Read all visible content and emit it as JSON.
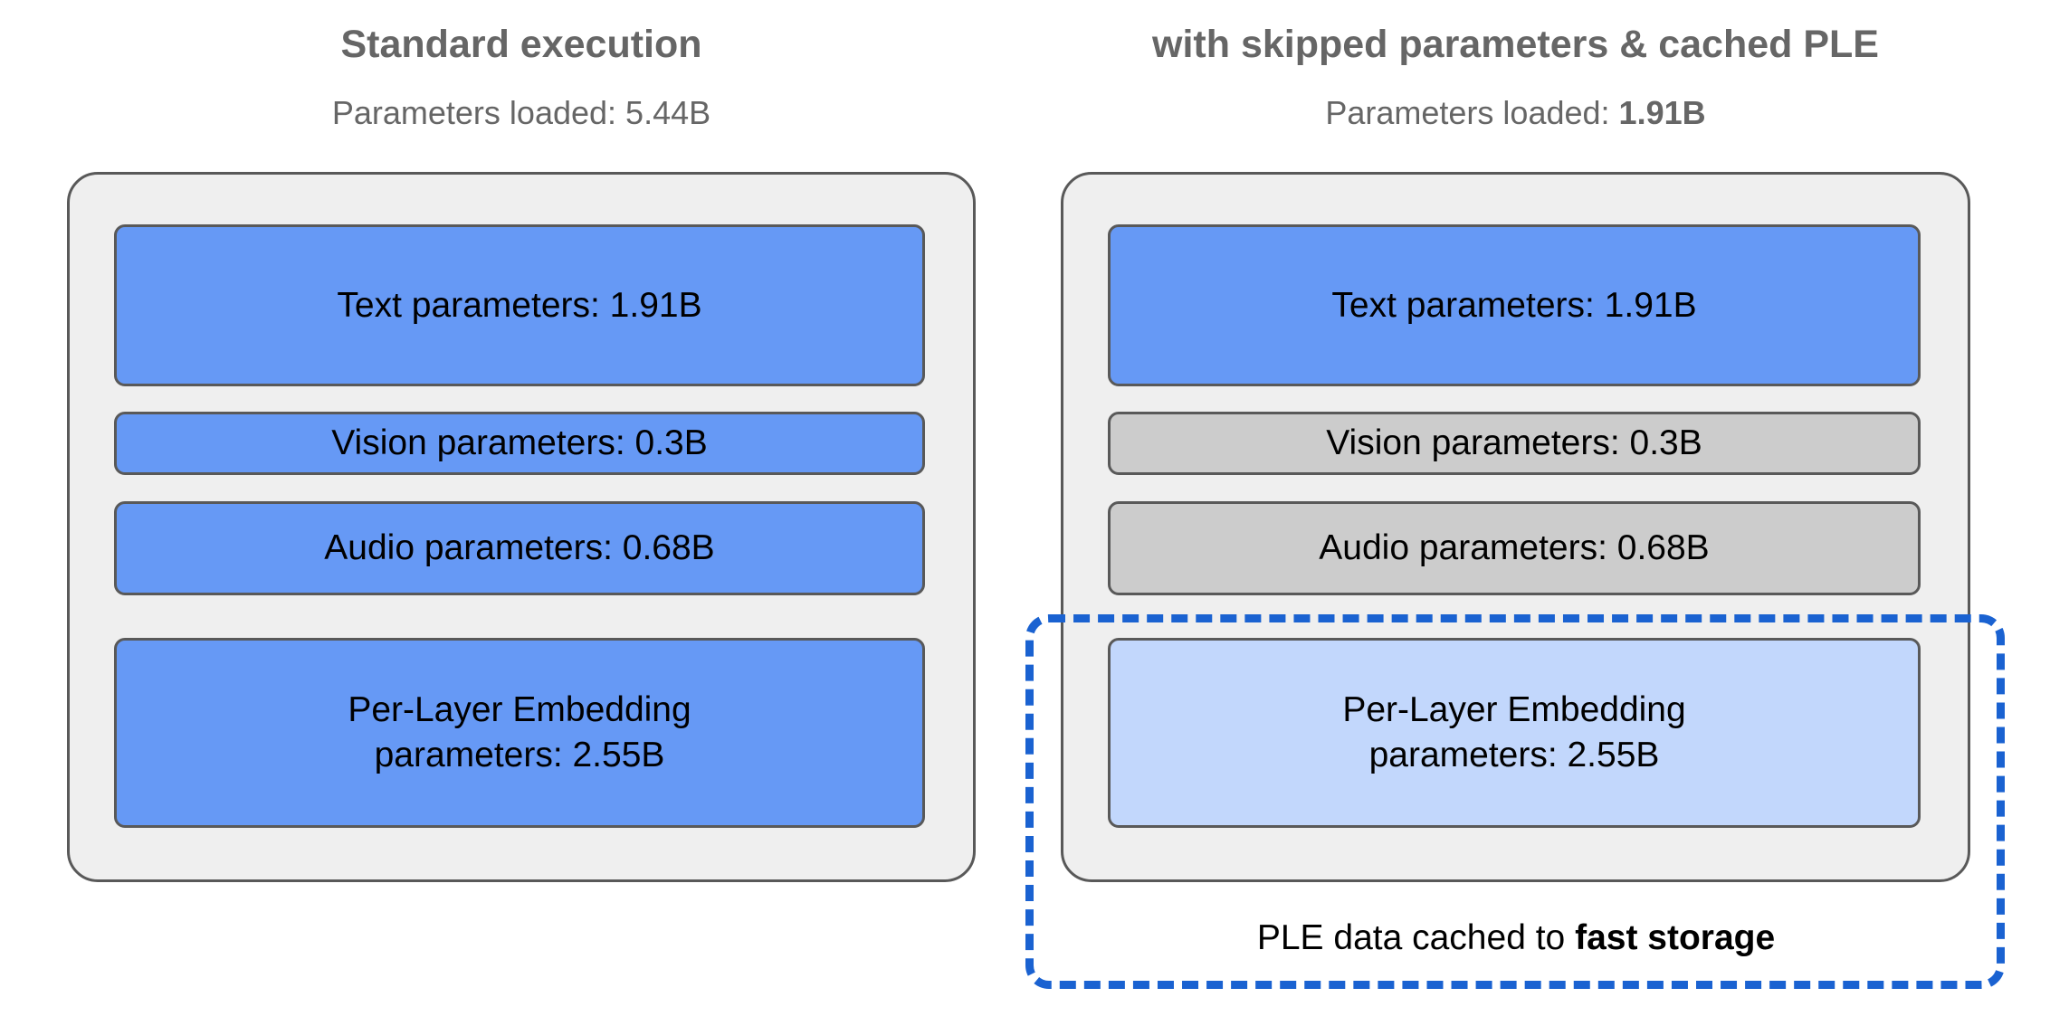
{
  "diagram": {
    "title_left": "Standard execution",
    "title_right": "with skipped parameters & cached PLE",
    "colors": {
      "active_blue": "#6699f5",
      "skipped_grey": "#cccccc",
      "cached_light_blue": "#c2d7fc",
      "container_grey": "#efefef",
      "outline": "#595959",
      "dashed_accent": "#1a62d1",
      "heading_grey": "#666666"
    }
  },
  "panels": [
    {
      "id": "standard",
      "title": "Standard execution",
      "subtitle_prefix": "Parameters loaded: ",
      "subtitle_value": "5.44B",
      "subtitle_value_bold": false,
      "subtitle_full": "Parameters loaded: 5.44B",
      "blocks": [
        {
          "label": "Text parameters: 1.91B",
          "name": "Text parameters",
          "value": "1.91B",
          "state": "loaded"
        },
        {
          "label": "Vision parameters: 0.3B",
          "name": "Vision parameters",
          "value": "0.3B",
          "state": "loaded"
        },
        {
          "label": "Audio parameters: 0.68B",
          "name": "Audio parameters",
          "value": "0.68B",
          "state": "loaded"
        },
        {
          "label_line1": "Per-Layer Embedding",
          "label_line2": "parameters: 2.55B",
          "name": "Per-Layer Embedding parameters",
          "value": "2.55B",
          "state": "loaded"
        }
      ]
    },
    {
      "id": "skipped-cached",
      "title": "with skipped parameters & cached PLE",
      "subtitle_prefix": "Parameters loaded: ",
      "subtitle_value": "1.91B",
      "subtitle_value_bold": true,
      "subtitle_full": "Parameters loaded: 1.91B",
      "blocks": [
        {
          "label": "Text parameters: 1.91B",
          "name": "Text parameters",
          "value": "1.91B",
          "state": "loaded"
        },
        {
          "label": "Vision parameters: 0.3B",
          "name": "Vision parameters",
          "value": "0.3B",
          "state": "skipped"
        },
        {
          "label": "Audio parameters: 0.68B",
          "name": "Audio parameters",
          "value": "0.68B",
          "state": "skipped"
        },
        {
          "label_line1": "Per-Layer Embedding",
          "label_line2": "parameters: 2.55B",
          "name": "Per-Layer Embedding parameters",
          "value": "2.55B",
          "state": "cached"
        }
      ]
    }
  ],
  "cache_region": {
    "caption_prefix": "PLE data cached to ",
    "caption_emphasis": "fast storage",
    "caption_full": "PLE data cached to fast storage"
  }
}
